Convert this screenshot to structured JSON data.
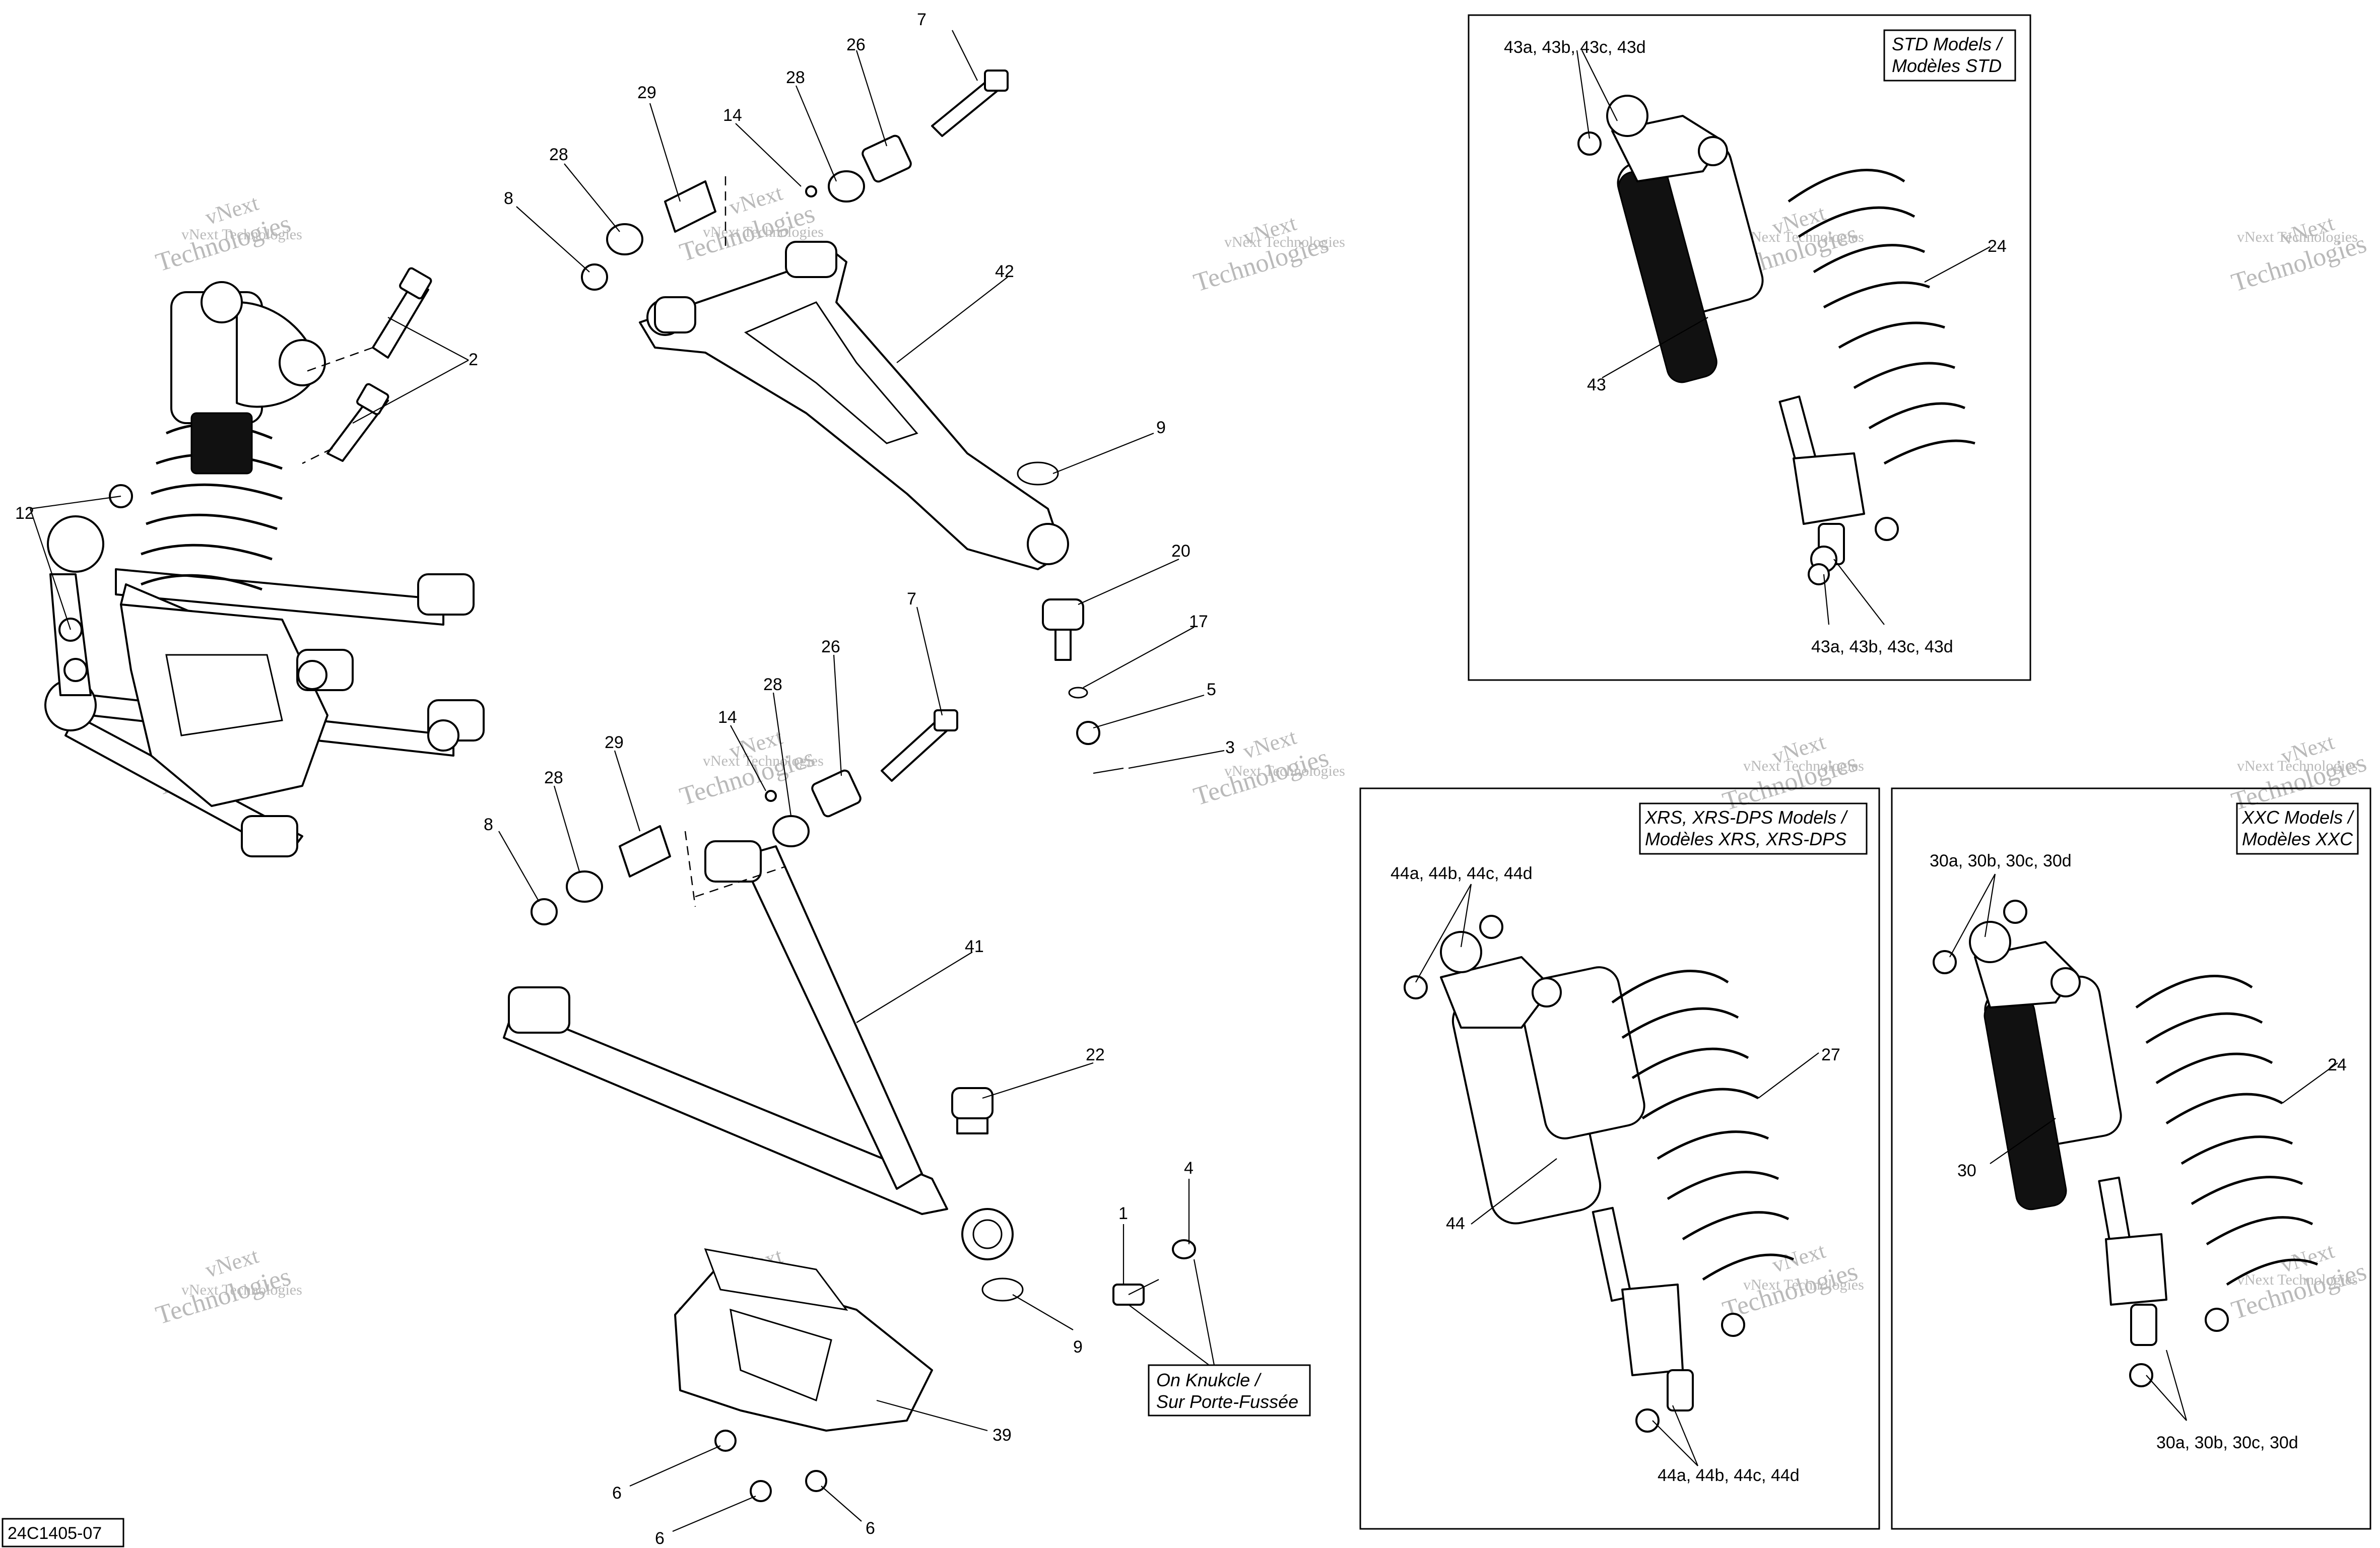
{
  "diagram_code": "24C1405-07",
  "watermark": {
    "line1": "vNext",
    "line2": "Technologies",
    "small": "vNext Technologies"
  },
  "boxes": {
    "std": "STD Models / Modèles STD",
    "std_l1": "STD Models /",
    "std_l2": "Modèles STD",
    "xrs_l1": "XRS, XRS-DPS Models /",
    "xrs_l2": "Modèles XRS, XRS-DPS",
    "xxc_l1": "XXC Models /",
    "xxc_l2": "Modèles XXC"
  },
  "note": {
    "line1": "On Knukcle /",
    "line2": "Sur Porte-Fussée"
  },
  "callouts": {
    "p1": "1",
    "p2": "2",
    "p3": "3",
    "p4": "4",
    "p5": "5",
    "p6": "6",
    "p7": "7",
    "p8": "8",
    "p9": "9",
    "p12": "12",
    "p14": "14",
    "p17": "17",
    "p20": "20",
    "p22": "22",
    "p24": "24",
    "p26": "26",
    "p27": "27",
    "p28": "28",
    "p29": "29",
    "p30": "30",
    "p39": "39",
    "p41": "41",
    "p42": "42",
    "p43": "43",
    "p44": "44",
    "p43set": "43a, 43b, 43c, 43d",
    "p44set": "44a, 44b, 44c, 44d",
    "p30set": "30a, 30b, 30c, 30d"
  },
  "colors": {
    "ink": "#000000",
    "paper": "#ffffff",
    "watermark": "#b9b9b9"
  }
}
